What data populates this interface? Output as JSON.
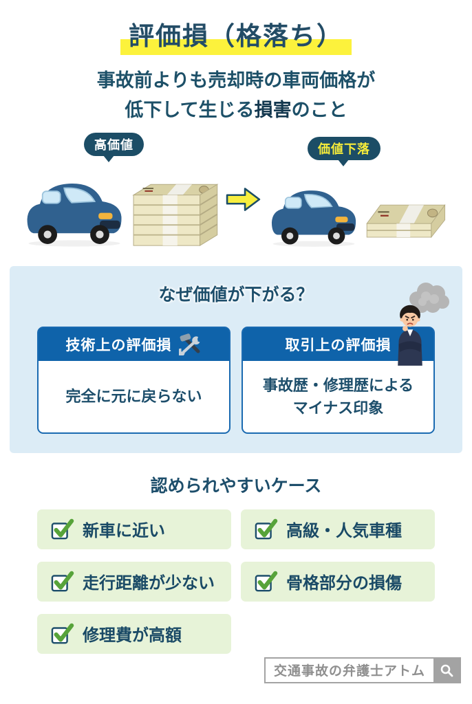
{
  "title": {
    "text": "評価損（格落ち）",
    "highlight_color": "#fcf23c",
    "text_color": "#234c66"
  },
  "subtitle": {
    "line1": "事故前よりも売却時の車両価格が",
    "line2_pre": "低下して生じる",
    "line2_em": "損害",
    "line2_post": "のこと"
  },
  "comparison": {
    "before_label": "高価値",
    "after_label": "価値下落",
    "icons": [
      "blue-car",
      "large-money-stack",
      "yellow-right-arrow",
      "blue-car",
      "small-money-stack"
    ],
    "bubble_bg": "#1c4d66",
    "after_label_color": "#f6ec3a"
  },
  "reasons_section": {
    "bg": "#dcecf6",
    "heading": "なぜ価値が下がる？",
    "card_header_bg": "#0f63aa",
    "card_border": "#1a6ab1",
    "cards": [
      {
        "header": "技術上の評価損",
        "icon": "hammer-wrench-icon",
        "body": "完全に元に戻らない"
      },
      {
        "header": "取引上の評価損",
        "icon": "angry-man-thinking-illustration",
        "body_line1": "事故歴・修理歴による",
        "body_line2": "マイナス印象"
      }
    ]
  },
  "cases_section": {
    "heading": "認められやすいケース",
    "item_bg": "#e7f3d8",
    "check_color": "#57a33a",
    "items": [
      "新車に近い",
      "高級・人気車種",
      "走行距離が少ない",
      "骨格部分の損傷",
      "修理費が高額"
    ]
  },
  "footer": {
    "site_name": "交通事故の弁護士アトム"
  }
}
